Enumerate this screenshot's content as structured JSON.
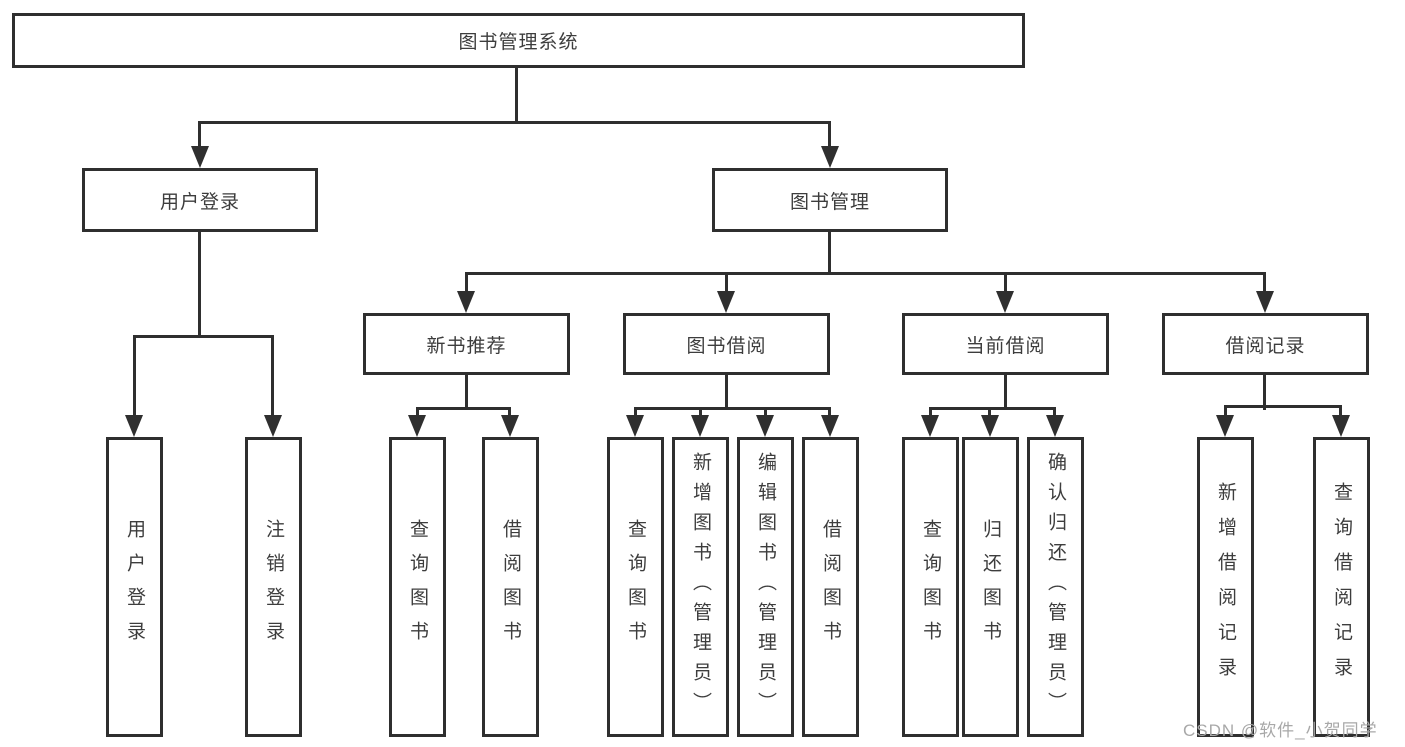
{
  "diagram": {
    "root": {
      "label": "图书管理系统"
    },
    "login": {
      "label": "用户登录",
      "children": [
        {
          "label": "用户登录"
        },
        {
          "label": "注销登录"
        }
      ]
    },
    "management": {
      "label": "图书管理",
      "groups": [
        {
          "label": "新书推荐",
          "children": [
            {
              "label": "查询图书"
            },
            {
              "label": "借阅图书"
            }
          ]
        },
        {
          "label": "图书借阅",
          "children": [
            {
              "label": "查询图书"
            },
            {
              "label": "新增图书（管理员）"
            },
            {
              "label": "编辑图书（管理员）"
            },
            {
              "label": "借阅图书"
            }
          ]
        },
        {
          "label": "当前借阅",
          "children": [
            {
              "label": "查询图书"
            },
            {
              "label": "归还图书"
            },
            {
              "label": "确认归还（管理员）"
            }
          ]
        },
        {
          "label": "借阅记录",
          "children": [
            {
              "label": "新增借阅记录"
            },
            {
              "label": "查询借阅记录"
            }
          ]
        }
      ]
    }
  },
  "watermark": {
    "text": "CSDN @软件_小贺同学"
  },
  "colors": {
    "line": "#2f2f2f",
    "text": "#3d3d3d",
    "watermark": "#a8a8a8",
    "background": "#ffffff"
  }
}
